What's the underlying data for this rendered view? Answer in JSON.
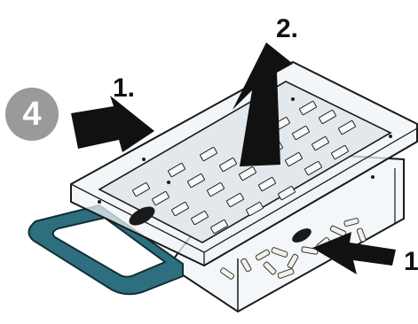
{
  "figure": {
    "step_number": "4",
    "labels": {
      "press_left": "1.",
      "press_right": "1.",
      "lift": "2."
    },
    "colors": {
      "handle": "#2d6f7f",
      "badge": "#9a9a9a",
      "arrows": "#111111",
      "container_tint": "#eef3f6"
    },
    "icons": [
      "press-arrow-icon",
      "lift-arrow-icon",
      "grater-insert",
      "vegetable-pieces"
    ]
  }
}
